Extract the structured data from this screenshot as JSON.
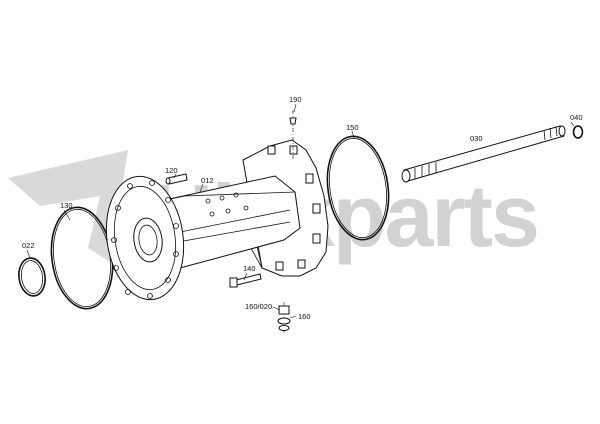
{
  "watermark": {
    "text": "Hinkparts",
    "color": "#d2d2d2"
  },
  "parts": [
    {
      "id": "022",
      "label": "022"
    },
    {
      "id": "130",
      "label": "130"
    },
    {
      "id": "120",
      "label": "120"
    },
    {
      "id": "012",
      "label": "012"
    },
    {
      "id": "190",
      "label": "190"
    },
    {
      "id": "150",
      "label": "150"
    },
    {
      "id": "030",
      "label": "030"
    },
    {
      "id": "040",
      "label": "040"
    },
    {
      "id": "140",
      "label": "140"
    },
    {
      "id": "160_020",
      "label": "160/020"
    },
    {
      "id": "160",
      "label": "160"
    }
  ]
}
